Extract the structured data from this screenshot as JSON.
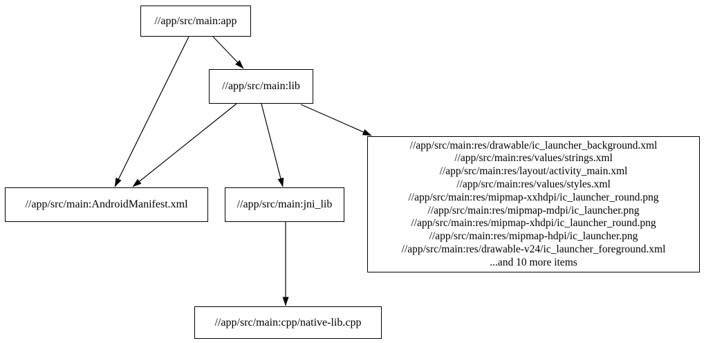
{
  "graph": {
    "background_color": "#ffffff",
    "node_border_color": "#000000",
    "text_color": "#000000",
    "nodes": {
      "app": {
        "label": "//app/src/main:app"
      },
      "lib": {
        "label": "//app/src/main:lib"
      },
      "android_manifest": {
        "label": "//app/src/main:AndroidManifest.xml"
      },
      "jni_lib": {
        "label": "//app/src/main:jni_lib"
      },
      "native_lib_cpp": {
        "label": "//app/src/main:cpp/native-lib.cpp"
      },
      "res_group": {
        "lines": [
          "//app/src/main:res/drawable/ic_launcher_background.xml",
          "//app/src/main:res/values/strings.xml",
          "//app/src/main:res/layout/activity_main.xml",
          "//app/src/main:res/values/styles.xml",
          "//app/src/main:res/mipmap-xxhdpi/ic_launcher_round.png",
          "//app/src/main:res/mipmap-mdpi/ic_launcher.png",
          "//app/src/main:res/mipmap-xhdpi/ic_launcher_round.png",
          "//app/src/main:res/mipmap-hdpi/ic_launcher.png",
          "//app/src/main:res/drawable-v24/ic_launcher_foreground.xml",
          "...and 10 more items"
        ]
      }
    },
    "edges": [
      {
        "from": "app",
        "to": "lib"
      },
      {
        "from": "app",
        "to": "android_manifest"
      },
      {
        "from": "lib",
        "to": "android_manifest"
      },
      {
        "from": "lib",
        "to": "jni_lib"
      },
      {
        "from": "lib",
        "to": "res_group"
      },
      {
        "from": "jni_lib",
        "to": "native_lib_cpp"
      }
    ]
  }
}
